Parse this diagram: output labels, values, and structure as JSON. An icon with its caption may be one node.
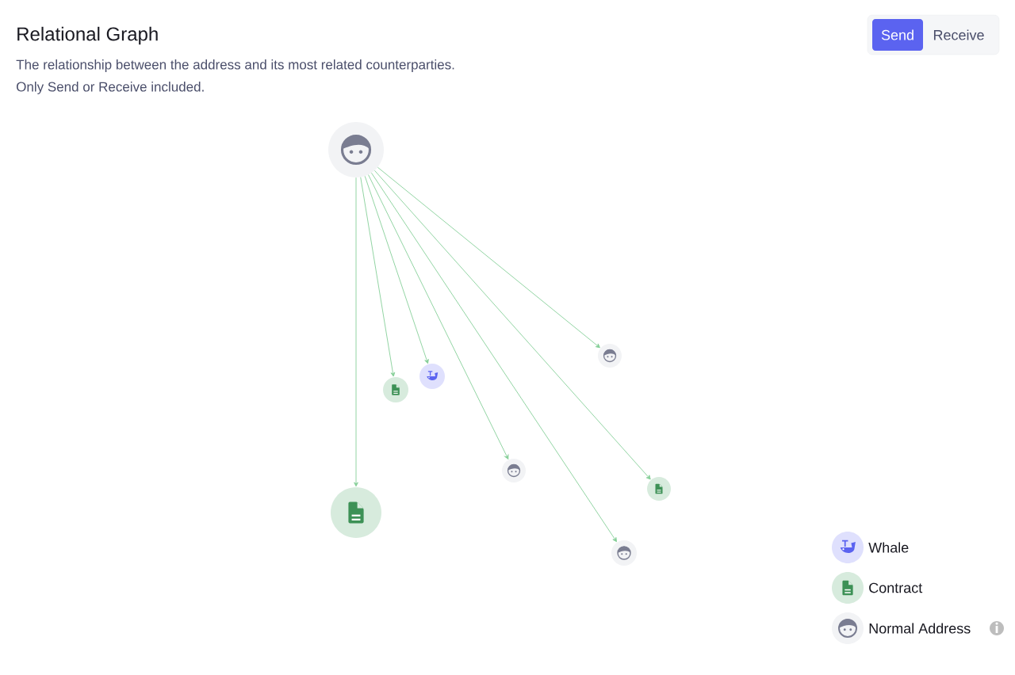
{
  "diagram": {
    "title": "Relational Graph",
    "nodes": [
      {
        "text": [],
        "shape": "person"
      },
      {
        "text": [],
        "shape": "document"
      },
      {
        "text": [],
        "shape": "whale"
      },
      {
        "text": [],
        "shape": "person"
      },
      {
        "text": [],
        "shape": "person"
      },
      {
        "text": [],
        "shape": "document"
      },
      {
        "text": [],
        "shape": "person"
      },
      {
        "text": [],
        "shape": "document"
      }
    ],
    "edges": [
      {
        "from": 0,
        "to": 1,
        "arrow": "to"
      },
      {
        "from": 0,
        "to": 2,
        "arrow": "to"
      },
      {
        "from": 0,
        "to": 3,
        "arrow": "to"
      },
      {
        "from": 0,
        "to": 4,
        "arrow": "to"
      },
      {
        "from": 0,
        "to": 5,
        "arrow": "to"
      },
      {
        "from": 0,
        "to": 6,
        "arrow": "to"
      },
      {
        "from": 0,
        "to": 7,
        "arrow": "to"
      }
    ],
    "labels": [
      "The relationship between the address and its most related counterparties.",
      "Only Send or Receive included.",
      "Send",
      "Receive"
    ],
    "legend": [
      {
        "text": "Whale"
      },
      {
        "text": "Contract"
      },
      {
        "text": "Normal Address"
      }
    ]
  }
}
